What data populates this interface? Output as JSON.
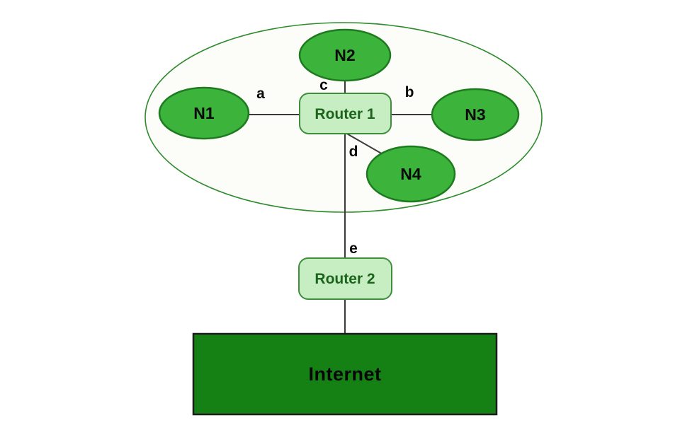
{
  "diagram": {
    "type": "network-topology",
    "lan": {
      "nodes": [
        {
          "label": "N1"
        },
        {
          "label": "N2"
        },
        {
          "label": "N3"
        },
        {
          "label": "N4"
        }
      ],
      "router_label": "Router 1"
    },
    "wan": {
      "router_label": "Router 2",
      "internet_label": "Internet"
    },
    "links": [
      {
        "label": "a",
        "from": "N1",
        "to": "Router 1"
      },
      {
        "label": "b",
        "from": "Router 1",
        "to": "N3"
      },
      {
        "label": "c",
        "from": "N2",
        "to": "Router 1"
      },
      {
        "label": "d",
        "from": "Router 1",
        "to": "N4"
      },
      {
        "label": "e",
        "from": "Router 1",
        "to": "Router 2"
      },
      {
        "label": "",
        "from": "Router 2",
        "to": "Internet"
      }
    ],
    "colors": {
      "background": "#ffffff",
      "lan_fill": "#fcfcf9",
      "lan_stroke": "#2e8b2e",
      "node_fill": "#3cb43c",
      "node_stroke": "#1e7a1e",
      "node_text": "#0b0b0b",
      "router_fill": "#c7edc2",
      "router_stroke": "#3e8e3e",
      "router_text": "#1c641c",
      "internet_fill": "#158115",
      "internet_stroke": "#1c1c1c",
      "internet_text": "#060606",
      "link_line": "#3a3a3a",
      "link_label": "#0a0a0a"
    }
  }
}
